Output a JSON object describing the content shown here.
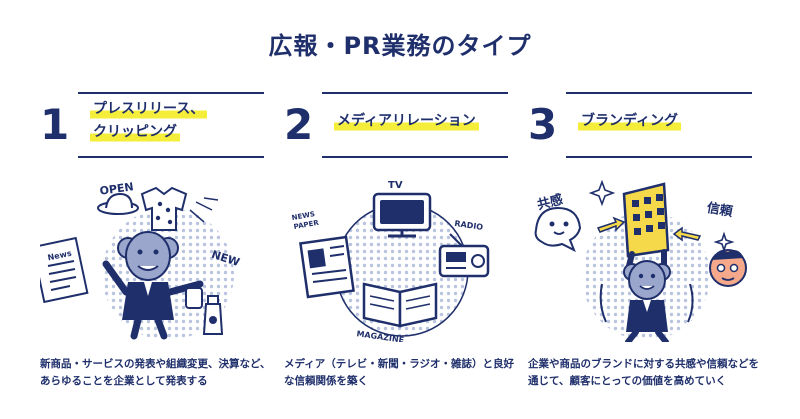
{
  "title": "広報・PR業務のタイプ",
  "colors": {
    "navy": "#1f2f6b",
    "highlight": "#f4ee3a",
    "accent": "#f5d94a",
    "dots": "#b9c4df"
  },
  "types": [
    {
      "number": "1",
      "heading_lines": [
        "プレスリリース、",
        "クリッピング"
      ],
      "description": "新商品・サービスの発表や組織変更、決算など、あらゆることを企業として発表する",
      "illus_labels": {
        "open": "OPEN",
        "new": "NEW",
        "news": "News"
      },
      "icons": [
        "press-release-document-icon",
        "hat-icon",
        "shirt-icon",
        "bottle-icon",
        "mascot-icon"
      ]
    },
    {
      "number": "2",
      "heading_lines": [
        "メディアリレーション"
      ],
      "description": "メディア（テレビ・新聞・ラジオ・雑誌）と良好な信頼関係を築く",
      "illus_labels": {
        "tv": "TV",
        "newspaper_1": "NEWS",
        "newspaper_2": "PAPER",
        "radio": "RADIO",
        "magazine": "MAGAZINE"
      },
      "icons": [
        "tv-icon",
        "newspaper-icon",
        "radio-icon",
        "magazine-icon"
      ]
    },
    {
      "number": "3",
      "heading_lines": [
        "ブランディング"
      ],
      "description": "企業や商品のブランドに対する共感や信頼などを通じて、顧客にとっての価値を高めていく",
      "illus_labels": {
        "empathy": "共感",
        "trust": "信頼"
      },
      "icons": [
        "building-icon",
        "mascot-icon",
        "ghost-character-icon",
        "face-character-icon",
        "arrow-icon",
        "sparkle-icon"
      ]
    }
  ]
}
